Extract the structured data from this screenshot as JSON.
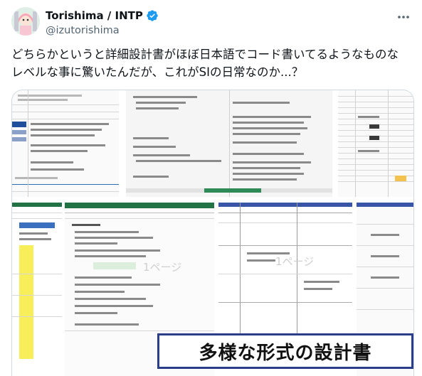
{
  "author": {
    "display_name": "Torishima / INTP",
    "handle": "@izutorishima"
  },
  "tweet": {
    "line1": "どちらかというと詳細設計書がほぼ日本語でコード書いてるようなものな",
    "line2": "レベルな事に驚いたんだが、これがSIの日常なのか...？"
  },
  "media": {
    "caption": "多様な形式の設計書",
    "watermark1": "1ページ",
    "watermark2": "1ページ"
  },
  "colors": {
    "verified": "#1d9bf0",
    "excel_green": "#217346",
    "caption_border": "#2a3d8a"
  },
  "icons": {
    "verified": "verified-badge-icon",
    "more": "more-dots-icon"
  }
}
